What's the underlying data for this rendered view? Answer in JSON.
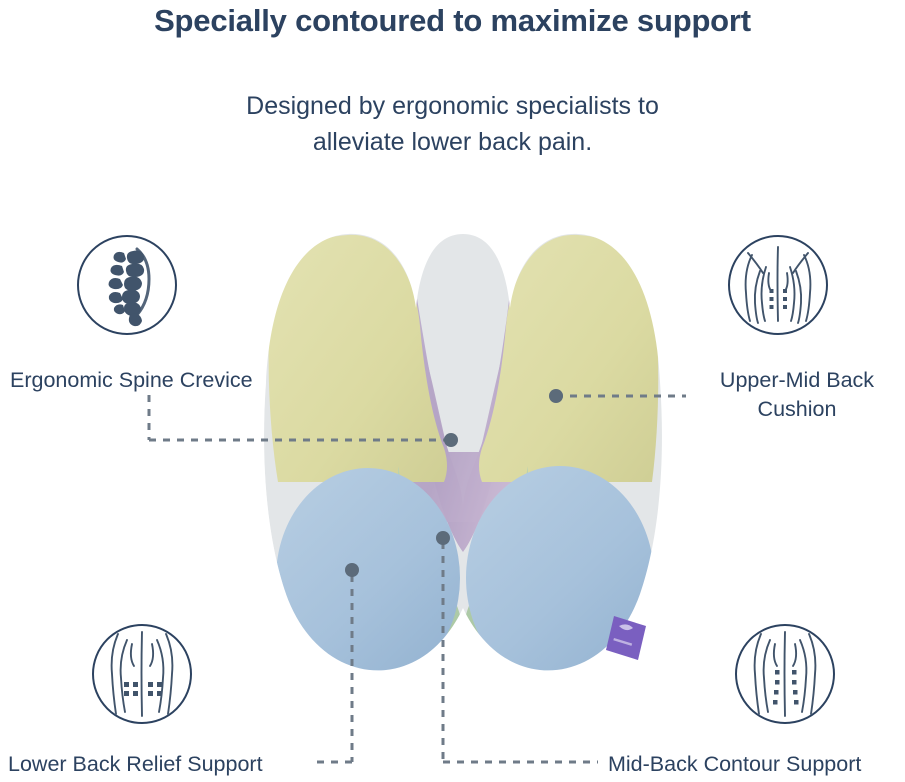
{
  "header": {
    "headline": "Specially contoured to maximize support",
    "subhead_line1": "Designed by ergonomic specialists to",
    "subhead_line2": "alleviate lower back pain."
  },
  "colors": {
    "text_navy": "#2c4260",
    "line_grey": "#6f7b88",
    "dot_grey": "#5c6b7a",
    "cushion_yellow": "#dcdba5",
    "cushion_blue": "#a9c3dc",
    "cushion_green": "#b3ceac",
    "cushion_lavender": "#b8a8c8",
    "cushion_side_grey": "#dfe2e4",
    "brand_tag_purple": "#7a5fc0",
    "background": "#ffffff"
  },
  "features": [
    {
      "id": "ergonomic-spine-crevice",
      "label": "Ergonomic Spine Crevice",
      "icon": "spine-vertebrae-icon",
      "position": "top-left"
    },
    {
      "id": "upper-mid-back-cushion",
      "label": "Upper-Mid Back Cushion",
      "label_line1": "Upper-Mid Back",
      "label_line2": "Cushion",
      "icon": "upper-back-torso-icon",
      "position": "top-right"
    },
    {
      "id": "lower-back-relief-support",
      "label": "Lower Back Relief Support",
      "icon": "lower-back-torso-icon",
      "position": "bottom-left"
    },
    {
      "id": "mid-back-contour-support",
      "label": "Mid-Back Contour Support",
      "icon": "mid-back-torso-icon",
      "position": "bottom-right"
    }
  ],
  "product": {
    "name": "contoured-lumbar-support-cushion",
    "brand_tag": "brand-label-tag",
    "zones": [
      {
        "name": "upper-mid-back-wing-left",
        "color": "#dcdba5"
      },
      {
        "name": "upper-mid-back-wing-right",
        "color": "#dcdba5"
      },
      {
        "name": "spine-crevice-channel",
        "color": "#b8a8c8"
      },
      {
        "name": "lumbar-pod-left",
        "color": "#a9c3dc"
      },
      {
        "name": "lumbar-pod-right",
        "color": "#a9c3dc"
      },
      {
        "name": "mid-back-contour-center",
        "color": "#b3ceac"
      }
    ]
  }
}
